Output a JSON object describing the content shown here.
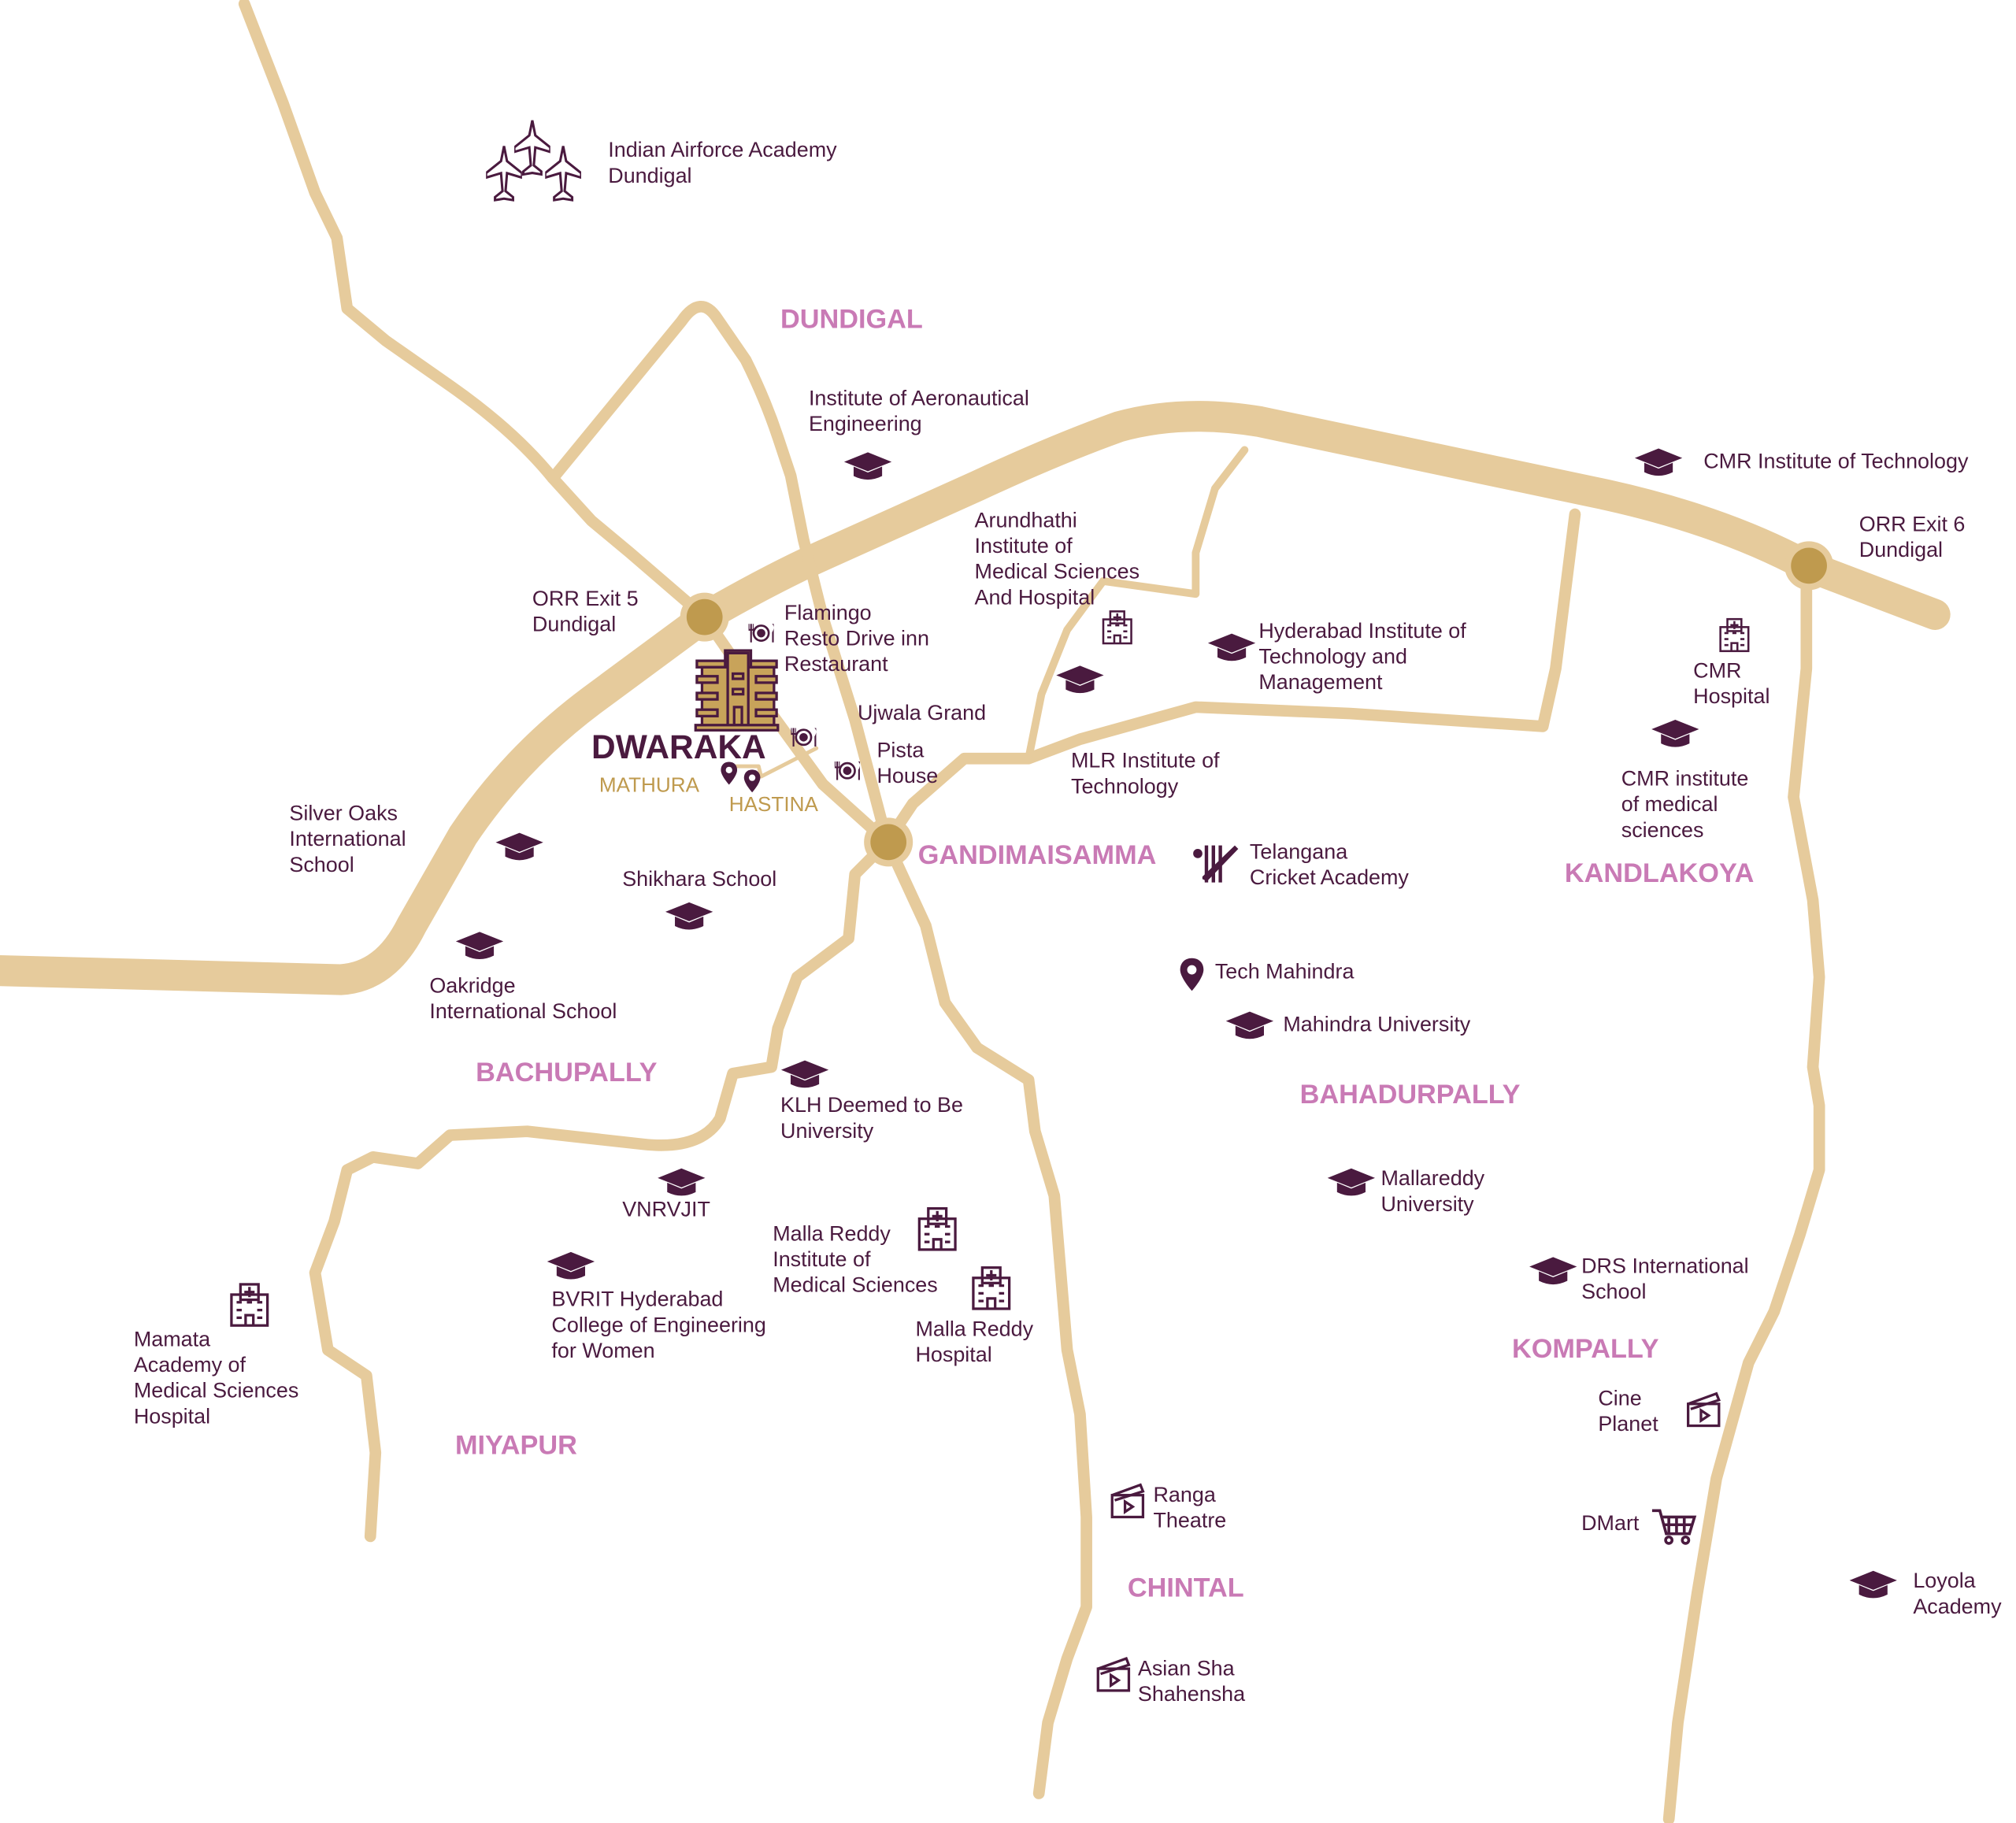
{
  "colors": {
    "road": "#e6cb9c",
    "node": "#bf9a4e",
    "text": "#4a1a3f",
    "area": "#c97ab5",
    "gold": "#bf9a4e"
  },
  "project": {
    "name": "DWARAKA",
    "sub1": "MATHURA",
    "sub2": "HASTINA"
  },
  "areas": [
    {
      "id": "dundigal",
      "text": "DUNDIGAL"
    },
    {
      "id": "gandimaisamma",
      "text": "GANDIMAISAMMA"
    },
    {
      "id": "bachupally",
      "text": "BACHUPALLY"
    },
    {
      "id": "bahadurpally",
      "text": "BAHADURPALLY"
    },
    {
      "id": "kandlakoya",
      "text": "KANDLAKOYA"
    },
    {
      "id": "kompally",
      "text": "KOMPALLY"
    },
    {
      "id": "miyapur",
      "text": "MIYAPUR"
    },
    {
      "id": "chintal",
      "text": "CHINTAL"
    }
  ],
  "places": [
    {
      "id": "airforce",
      "icon": "airplane-icon",
      "lines": [
        "Indian Airforce Academy",
        "Dundigal"
      ]
    },
    {
      "id": "iare",
      "icon": "graduation-cap-icon",
      "lines": [
        "Institute of Aeronautical",
        "Engineering"
      ]
    },
    {
      "id": "cmrit",
      "icon": "graduation-cap-icon",
      "lines": [
        "CMR Institute of Technology"
      ]
    },
    {
      "id": "orr6",
      "icon": "",
      "lines": [
        "ORR Exit 6",
        "Dundigal"
      ]
    },
    {
      "id": "orr5",
      "icon": "",
      "lines": [
        "ORR Exit 5",
        "Dundigal"
      ]
    },
    {
      "id": "flamingo",
      "icon": "restaurant-icon",
      "lines": [
        "Flamingo",
        "Resto Drive inn",
        "Restaurant"
      ]
    },
    {
      "id": "arundhathi",
      "icon": "hospital-icon",
      "lines": [
        "Arundhathi",
        "Institute of",
        "Medical Sciences",
        "And Hospital"
      ]
    },
    {
      "id": "hitam",
      "icon": "graduation-cap-icon",
      "lines": [
        "Hyderabad Institute of",
        "Technology and",
        "Management"
      ]
    },
    {
      "id": "cmrhosp",
      "icon": "hospital-icon",
      "lines": [
        "CMR",
        "Hospital"
      ]
    },
    {
      "id": "ujwala",
      "icon": "restaurant-icon",
      "lines": [
        "Ujwala Grand"
      ]
    },
    {
      "id": "pista",
      "icon": "restaurant-icon",
      "lines": [
        "Pista",
        "House"
      ]
    },
    {
      "id": "mlr",
      "icon": "graduation-cap-icon",
      "lines": [
        "MLR Institute of",
        "Technology"
      ]
    },
    {
      "id": "cmrms",
      "icon": "graduation-cap-icon",
      "lines": [
        "CMR institute",
        "of medical",
        "sciences"
      ]
    },
    {
      "id": "silveroaks",
      "icon": "graduation-cap-icon",
      "lines": [
        "Silver Oaks",
        "International",
        "School"
      ]
    },
    {
      "id": "shikhara",
      "icon": "graduation-cap-icon",
      "lines": [
        "Shikhara School"
      ]
    },
    {
      "id": "tca",
      "icon": "cricket-icon",
      "lines": [
        "Telangana",
        "Cricket Academy"
      ]
    },
    {
      "id": "oakridge",
      "icon": "graduation-cap-icon",
      "lines": [
        "Oakridge",
        "International School"
      ]
    },
    {
      "id": "techm",
      "icon": "location-pin-icon",
      "lines": [
        "Tech Mahindra"
      ]
    },
    {
      "id": "mahindrau",
      "icon": "graduation-cap-icon",
      "lines": [
        "Mahindra University"
      ]
    },
    {
      "id": "klh",
      "icon": "graduation-cap-icon",
      "lines": [
        "KLH Deemed to Be",
        "University"
      ]
    },
    {
      "id": "vnr",
      "icon": "graduation-cap-icon",
      "lines": [
        "VNRVJIT"
      ]
    },
    {
      "id": "mallareddyu",
      "icon": "graduation-cap-icon",
      "lines": [
        "Mallareddy",
        "University"
      ]
    },
    {
      "id": "mrims",
      "icon": "hospital-icon",
      "lines": [
        "Malla Reddy",
        "Institute of",
        "Medical Sciences"
      ]
    },
    {
      "id": "drs",
      "icon": "graduation-cap-icon",
      "lines": [
        "DRS International",
        "School"
      ]
    },
    {
      "id": "bvrit",
      "icon": "graduation-cap-icon",
      "lines": [
        "BVRIT Hyderabad",
        "College of Engineering",
        "for Women"
      ]
    },
    {
      "id": "mrhosp",
      "icon": "hospital-icon",
      "lines": [
        "Malla Reddy",
        "Hospital"
      ]
    },
    {
      "id": "mamata",
      "icon": "hospital-icon",
      "lines": [
        "Mamata",
        "Academy of",
        "Medical Sciences",
        "Hospital"
      ]
    },
    {
      "id": "cine",
      "icon": "clapperboard-icon",
      "lines": [
        "Cine",
        "Planet"
      ]
    },
    {
      "id": "ranga",
      "icon": "clapperboard-icon",
      "lines": [
        "Ranga",
        "Theatre"
      ]
    },
    {
      "id": "dmart",
      "icon": "shopping-cart-icon",
      "lines": [
        "DMart"
      ]
    },
    {
      "id": "loyola",
      "icon": "graduation-cap-icon",
      "lines": [
        "Loyola",
        "Academy"
      ]
    },
    {
      "id": "asian",
      "icon": "clapperboard-icon",
      "lines": [
        "Asian Sha",
        "Shahensha"
      ]
    }
  ]
}
